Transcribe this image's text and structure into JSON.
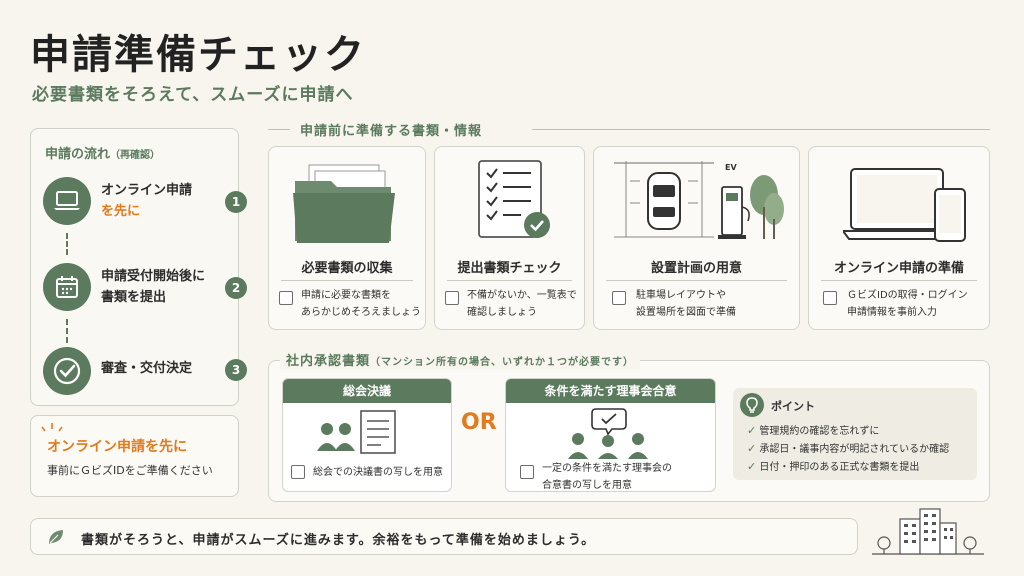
{
  "header": {
    "title": "申請準備チェック",
    "subtitle": "必要書類をそろえて、スムーズに申請へ"
  },
  "flow": {
    "title": "申請の流れ",
    "title_note": "（再確認）",
    "steps": [
      {
        "num": "1",
        "line1": "オンライン申請",
        "line2": "を先に",
        "icon": "laptop-icon"
      },
      {
        "num": "2",
        "line1": "申請受付開始後に",
        "line2": "書類を提出",
        "icon": "calendar-icon"
      },
      {
        "num": "3",
        "line1": "審査・交付決定",
        "line2": "",
        "icon": "check-circle-icon"
      }
    ]
  },
  "online_card": {
    "heading": "オンライン申請を先に",
    "text": "事前にＧビズIDをご準備ください"
  },
  "prep": {
    "heading": "申請前に準備する書類・情報",
    "cards": [
      {
        "title": "必要書類の収集",
        "line1": "申請に必要な書類を",
        "line2": "あらかじめそろえましょう",
        "icon": "folder-icon"
      },
      {
        "title": "提出書類チェック",
        "line1": "不備がないか、一覧表で",
        "line2": "確認しましょう",
        "icon": "checklist-icon"
      },
      {
        "title": "設置計画の用意",
        "line1": "駐車場レイアウトや",
        "line2": "設置場所を図面で準備",
        "icon": "ev-charger-icon",
        "badge": "EV"
      },
      {
        "title": "オンライン申請の準備",
        "line1": "ＧビズIDの取得・ログイン",
        "line2": "申請情報を事前入力",
        "icon": "devices-icon"
      }
    ]
  },
  "approval": {
    "heading": "社内承認書類",
    "heading_note": "（マンション所有の場合、いずれか１つが必要です）",
    "option_a": {
      "title": "総会決議",
      "text": "総会での決議書の写しを用意"
    },
    "or_label": "OR",
    "option_b": {
      "title": "条件を満たす理事会合意",
      "line1": "一定の条件を満たす理事会の",
      "line2": "合意書の写しを用意"
    },
    "point": {
      "title": "ポイント",
      "items": [
        "管理規約の確認を忘れずに",
        "承認日・議事内容が明記されているか確認",
        "日付・押印のある正式な書類を提出"
      ]
    }
  },
  "footer": {
    "text": "書類がそろうと、申請がスムーズに進みます。余裕をもって準備を始めましょう。"
  },
  "colors": {
    "primary_green": "#5b7a5e",
    "accent_orange": "#e07b1f",
    "background": "#f7f5ee"
  }
}
